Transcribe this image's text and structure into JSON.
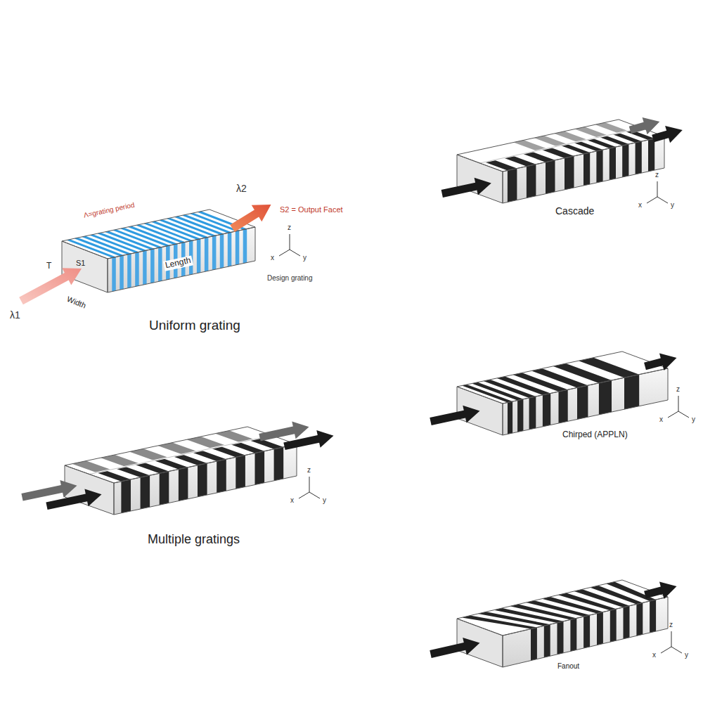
{
  "diagram": {
    "labels": [
      "Λ=grating period",
      "λ1",
      "S2 = Output Facet",
      "λ2",
      "T",
      "S1",
      "Width",
      "Length",
      "z",
      "x",
      "y",
      "Design grating",
      "Uniform grating",
      "z",
      "x",
      "y",
      "Cascade",
      "z",
      "x",
      "y",
      "Multiple gratings",
      "z",
      "x",
      "y",
      "Chirped (APPLN)",
      "z",
      "x",
      "y",
      "Fanout"
    ]
  }
}
